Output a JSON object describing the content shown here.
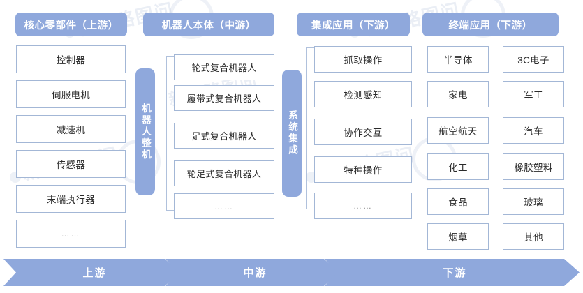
{
  "colors": {
    "accent": "#8fa8dc",
    "box_border": "#a3b7d6",
    "bracket": "#b0c1dc",
    "text": "#2a2a2a",
    "header_text": "#ffffff"
  },
  "watermark": {
    "text": "新咨略图问"
  },
  "columns": [
    {
      "id": "upstream-core-components",
      "header": "核心零部件（上游）",
      "items": [
        "控制器",
        "伺服电机",
        "减速机",
        "传感器",
        "末端执行器",
        "……"
      ]
    },
    {
      "id": "midstream-robot-body",
      "header": "机器人本体（中游）",
      "vertical_label": "机器人整机",
      "items": [
        "轮式复合机器人",
        "履带式复合机器人",
        "足式复合机器人",
        "轮足式复合机器人",
        "……"
      ]
    },
    {
      "id": "downstream-integrated-application",
      "header": "集成应用（下游）",
      "vertical_label": "系统集成",
      "items": [
        "抓取操作",
        "检测感知",
        "协作交互",
        "特种操作",
        "……"
      ]
    },
    {
      "id": "downstream-terminal-application",
      "header": "终端应用（下游）",
      "items_left": [
        "半导体",
        "家电",
        "航空航天",
        "化工",
        "食品",
        "烟草"
      ],
      "items_right": [
        "3C电子",
        "军工",
        "汽车",
        "橡胶塑料",
        "玻璃",
        "其他"
      ]
    }
  ],
  "flow_arrows": [
    {
      "id": "arrow-upstream",
      "label": "上游"
    },
    {
      "id": "arrow-midstream",
      "label": "中游"
    },
    {
      "id": "arrow-downstream",
      "label": "下游"
    }
  ]
}
